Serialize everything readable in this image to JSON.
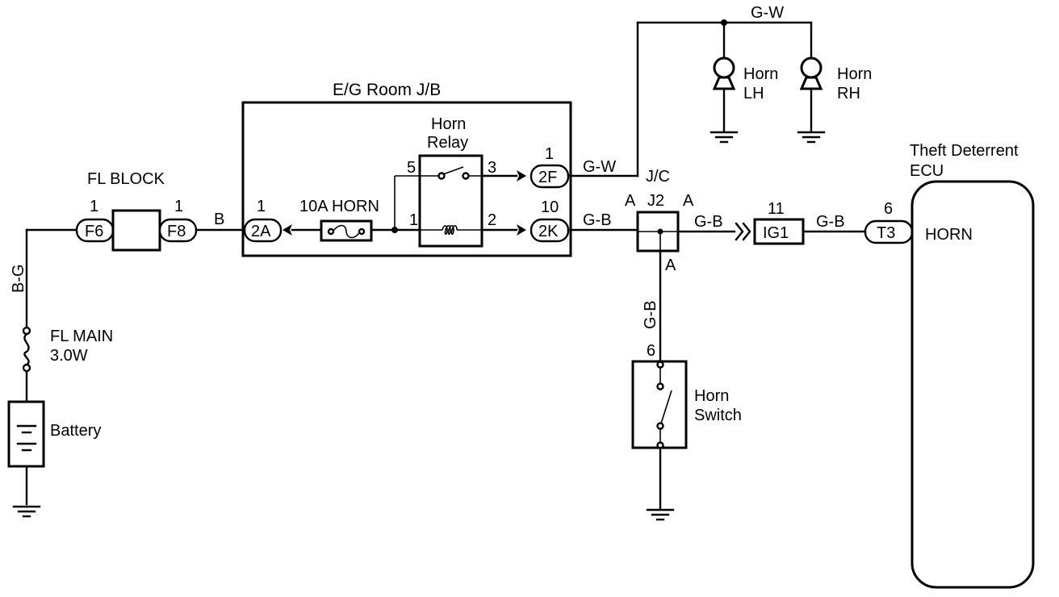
{
  "labels": {
    "eg_room_jb": "E/G Room J/B",
    "horn_relay_l1": "Horn",
    "horn_relay_l2": "Relay",
    "fl_block": "FL BLOCK",
    "fl_main_l1": "FL MAIN",
    "fl_main_l2": "3.0W",
    "battery": "Battery",
    "fuse_10a": "10A HORN",
    "jc_l1": "J/C",
    "jc_l2": "J2",
    "horn_lh_l1": "Horn",
    "horn_lh_l2": "LH",
    "horn_rh_l1": "Horn",
    "horn_rh_l2": "RH",
    "horn_switch_l1": "Horn",
    "horn_switch_l2": "Switch",
    "ecu_l1": "Theft Deterrent",
    "ecu_l2": "ECU",
    "ecu_terminal": "HORN"
  },
  "wires": {
    "bg": "B-G",
    "b": "B",
    "gw_top": "G-W",
    "gw_2f": "G-W",
    "gb_2k": "G-B",
    "gb_jc_out": "G-B",
    "gb_ig1_out": "G-B",
    "gb_vertical": "G-B"
  },
  "connectors": {
    "f6": "F6",
    "f8": "F8",
    "c2a": "2A",
    "c2f": "2F",
    "c2k": "2K",
    "ig1": "IG1",
    "t3": "T3"
  },
  "pins": {
    "f6": "1",
    "f8": "1",
    "c2a": "1",
    "c2f": "1",
    "c2k": "10",
    "relay_5": "5",
    "relay_3": "3",
    "relay_1": "1",
    "relay_2": "2",
    "jc_a_left": "A",
    "jc_a_right": "A",
    "jc_a_bottom": "A",
    "ig1": "11",
    "t3": "6",
    "switch": "6"
  }
}
